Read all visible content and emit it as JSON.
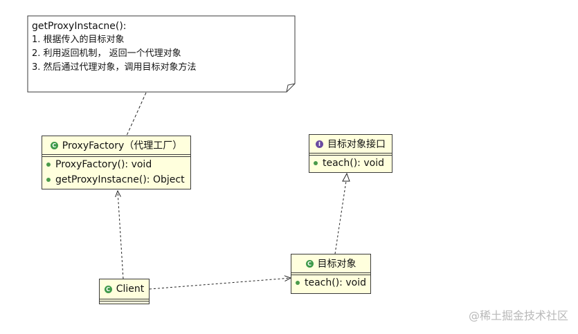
{
  "note": {
    "title": "getProxyInstacne():",
    "lines": [
      "1. 根据传入的目标对象",
      "2. 利用返回机制， 返回一个代理对象",
      "3. 然后通过代理对象，调用目标对象方法"
    ]
  },
  "proxy_factory": {
    "name": "ProxyFactory（代理工厂）",
    "badge": "C",
    "methods": [
      "ProxyFactory(): void",
      "getProxyInstacne(): Object"
    ]
  },
  "target_interface": {
    "name": "目标对象接口",
    "badge": "I",
    "methods": [
      "teach(): void"
    ]
  },
  "target_object": {
    "name": "目标对象",
    "badge": "C",
    "methods": [
      "teach(): void"
    ]
  },
  "client": {
    "name": "Client",
    "badge": "C"
  },
  "watermark": "@稀土掘金技术社区",
  "colors": {
    "class_fill": "#ffffdd",
    "class_badge": "#3f9a4a",
    "interface_badge": "#6a4ba0",
    "border": "#3a3a3a"
  }
}
